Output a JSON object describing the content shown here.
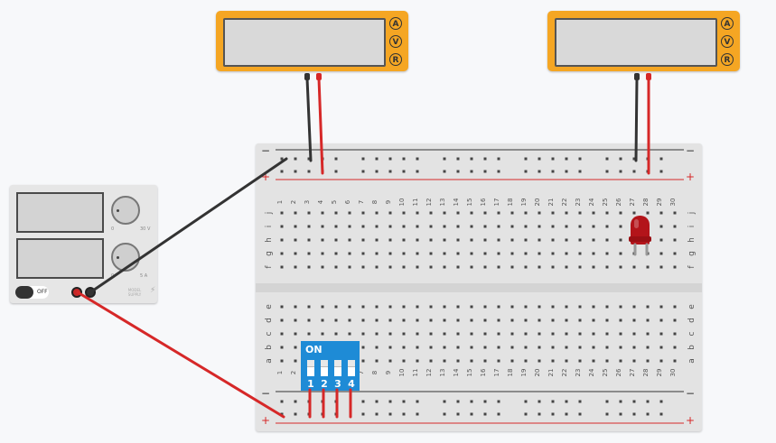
{
  "multimeters": [
    {
      "buttons": [
        "A",
        "V",
        "R"
      ]
    },
    {
      "buttons": [
        "A",
        "V",
        "R"
      ]
    }
  ],
  "power_supply": {
    "switch_label": "OFF",
    "brand_label": "MODEL\nSUPPLY",
    "knob_top_labels": [
      "0",
      "30 V"
    ],
    "knob_bottom_labels": [
      "0",
      "5 A"
    ]
  },
  "breadboard": {
    "columns": 30,
    "top_row_letters": [
      "j",
      "i",
      "h",
      "g",
      "f"
    ],
    "bottom_row_letters": [
      "e",
      "d",
      "c",
      "b",
      "a"
    ],
    "rail_minus": "−",
    "rail_plus": "+"
  },
  "dip_switch": {
    "on_label": "ON",
    "switch_numbers": [
      "1",
      "2",
      "3",
      "4"
    ]
  },
  "colors": {
    "meter": "#f5a623",
    "wire_black": "#333333",
    "wire_red": "#d62828",
    "dip": "#1e8bd6",
    "led": "#b3141a"
  }
}
